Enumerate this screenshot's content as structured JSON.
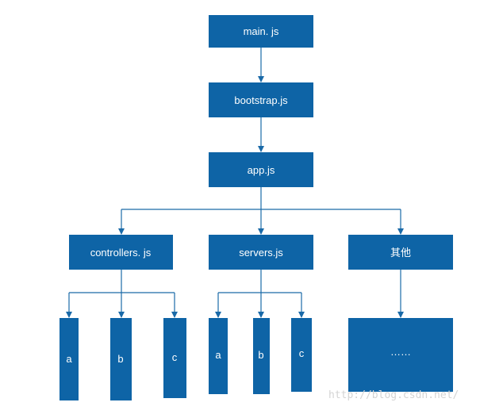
{
  "colors": {
    "node_fill": "#0e64a6",
    "edge": "#1a6aa8",
    "label_text": "#ffffff",
    "watermark": "#d4d4d4",
    "background": "#ffffff"
  },
  "nodes": {
    "main": "main. js",
    "bootstrap": "bootstrap.js",
    "app": "app.js",
    "controllers": "controllers. js",
    "servers": "servers.js",
    "other": "其他",
    "controllers_a": "a",
    "controllers_b": "b",
    "controllers_c": "c",
    "servers_a": "a",
    "servers_b": "b",
    "servers_c": "c",
    "other_more": "……"
  },
  "edges": [
    {
      "from": "main",
      "to": "bootstrap"
    },
    {
      "from": "bootstrap",
      "to": "app"
    },
    {
      "from": "app",
      "to": "controllers"
    },
    {
      "from": "app",
      "to": "servers"
    },
    {
      "from": "app",
      "to": "other"
    },
    {
      "from": "controllers",
      "to": "controllers_a"
    },
    {
      "from": "controllers",
      "to": "controllers_b"
    },
    {
      "from": "controllers",
      "to": "controllers_c"
    },
    {
      "from": "servers",
      "to": "servers_a"
    },
    {
      "from": "servers",
      "to": "servers_b"
    },
    {
      "from": "servers",
      "to": "servers_c"
    },
    {
      "from": "other",
      "to": "other_more"
    }
  ],
  "watermark": "http://blog.csdn.net/"
}
